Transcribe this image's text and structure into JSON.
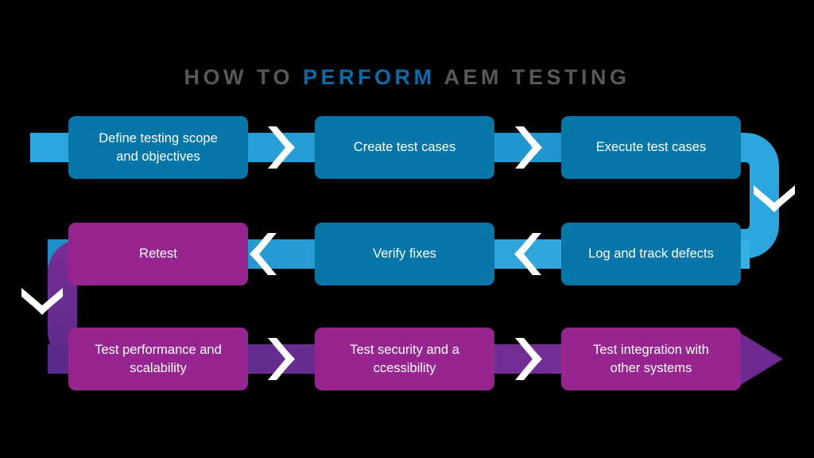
{
  "title": {
    "prefix": "HOW TO ",
    "accent": "PERFORM",
    "suffix": " AEM TESTING",
    "accent_color": "#0a6cab",
    "base_color": "#58585a"
  },
  "colors": {
    "background": "#000000",
    "box_blue": "#0676a8",
    "box_purple": "#96258f",
    "band_blue_light": "#2ca6de",
    "band_blue_mid": "#2396cf",
    "band_purple_dark": "#5f2a8f",
    "band_purple_mid": "#7a2d96",
    "chevron": "#ffffff"
  },
  "flow": {
    "rows": [
      {
        "id": "row-1",
        "direction": "left-to-right",
        "color": "blue",
        "steps": [
          {
            "id": "step-1",
            "lines": [
              "Define testing scope",
              "and objectives"
            ]
          },
          {
            "id": "step-2",
            "lines": [
              "Create test cases"
            ]
          },
          {
            "id": "step-3",
            "lines": [
              "Execute test cases"
            ]
          }
        ]
      },
      {
        "id": "row-2",
        "direction": "right-to-left",
        "color": "mixed",
        "steps": [
          {
            "id": "step-6",
            "lines": [
              "Retest"
            ]
          },
          {
            "id": "step-5",
            "lines": [
              "Verify fixes"
            ]
          },
          {
            "id": "step-4",
            "lines": [
              "Log and track defects"
            ]
          }
        ]
      },
      {
        "id": "row-3",
        "direction": "left-to-right",
        "color": "purple",
        "steps": [
          {
            "id": "step-7",
            "lines": [
              "Test performance and",
              "scalability"
            ]
          },
          {
            "id": "step-8",
            "lines": [
              "Test security and a",
              "ccessibility"
            ]
          },
          {
            "id": "step-9",
            "lines": [
              "Test integration with",
              "other systems"
            ]
          }
        ]
      }
    ]
  }
}
